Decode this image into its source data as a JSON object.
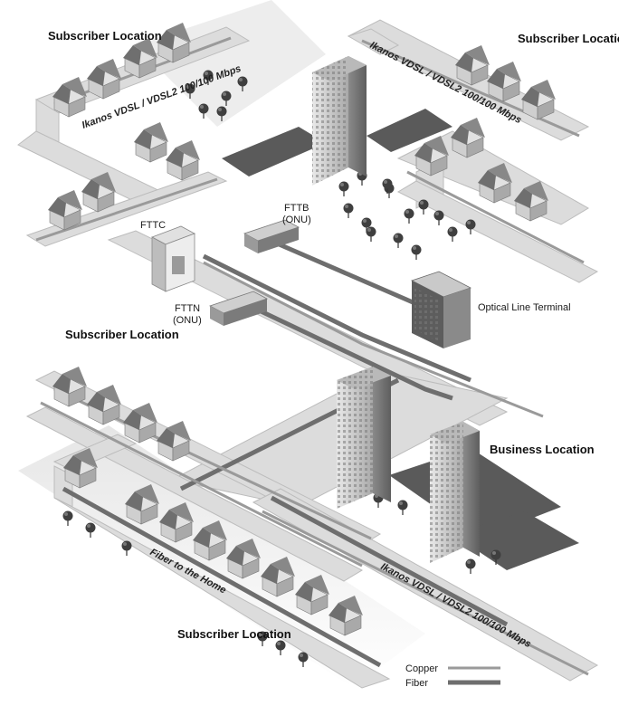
{
  "labels": {
    "subscriber_location": "Subscriber Location",
    "business_location": "Business Location",
    "fttb": "FTTB",
    "fttb_onu": "(ONU)",
    "fttc": "FTTC",
    "fttn": "FTTN",
    "fttn_onu": "(ONU)",
    "olt": "Optical Line Terminal",
    "road_vdsl": "Ikanos VDSL / VDSL2 100/100 Mbps",
    "road_fiber": "Fiber to the Home"
  },
  "legend": {
    "copper": "Copper",
    "fiber": "Fiber",
    "copper_color": "#9a9a9a",
    "fiber_color": "#6e6e6e"
  },
  "colors": {
    "road": "#dcdcdc",
    "road_edge": "#bcbcbc",
    "building_light": "#cfcfcf",
    "building_dark": "#8e8e8e",
    "roof": "#6f6f6f",
    "tree": "#3f3f3f",
    "parking": "#5a5a5a"
  },
  "icons": [
    "house-icon",
    "office-tower-icon",
    "tree-icon",
    "onu-box-icon",
    "cabinet-icon",
    "olt-rack-icon",
    "street-lamp-icon"
  ]
}
